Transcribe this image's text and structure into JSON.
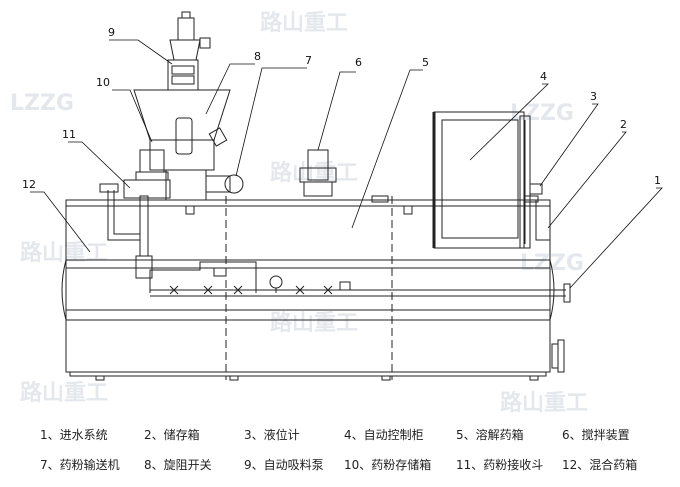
{
  "watermark": {
    "brand": "LZZG",
    "cn": "路山重工"
  },
  "callouts": [
    {
      "num": "1"
    },
    {
      "num": "2"
    },
    {
      "num": "3"
    },
    {
      "num": "4"
    },
    {
      "num": "5"
    },
    {
      "num": "6"
    },
    {
      "num": "7"
    },
    {
      "num": "8"
    },
    {
      "num": "9"
    },
    {
      "num": "10"
    },
    {
      "num": "11"
    },
    {
      "num": "12"
    }
  ],
  "legend": [
    {
      "text": "1、进水系统"
    },
    {
      "text": "2、储存箱"
    },
    {
      "text": "3、液位计"
    },
    {
      "text": "4、自动控制柜"
    },
    {
      "text": "5、溶解药箱"
    },
    {
      "text": "6、搅拌装置"
    },
    {
      "text": "7、药粉输送机"
    },
    {
      "text": "8、旋阻开关"
    },
    {
      "text": "9、自动吸料泵"
    },
    {
      "text": "10、药粉存储箱"
    },
    {
      "text": "11、药粉接收斗"
    },
    {
      "text": "12、混合药箱"
    }
  ]
}
